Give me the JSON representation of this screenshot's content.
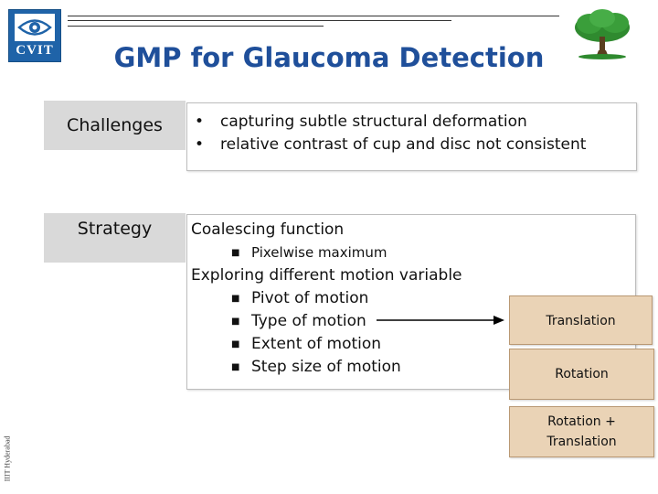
{
  "header": {
    "logo_text": "CVIT",
    "title": "GMP for Glaucoma Detection",
    "side_label": "IIIT Hyderabad",
    "logo_icon": "eye-icon",
    "tree_icon": "tree-icon"
  },
  "rows": [
    {
      "label": "Challenges",
      "bullets": [
        "capturing subtle structural deformation",
        "relative contrast of cup and disc not consistent"
      ]
    },
    {
      "label": "Strategy",
      "lines": {
        "coalescing": "Coalescing function",
        "pixelwise": "Pixelwise maximum",
        "exploring": "Exploring different motion variable",
        "pivot": "Pivot of motion",
        "type": "Type of motion",
        "extent": "Extent of motion",
        "step": "Step size of motion"
      }
    }
  ],
  "motion_types": {
    "translation": "Translation",
    "rotation": "Rotation",
    "rotation_translation_line1": "Rotation +",
    "rotation_translation_line2": "Translation"
  },
  "colors": {
    "title": "#1f4f9a",
    "label_box": "#d9d9d9",
    "option_box": "#ead3b6",
    "logo": "#1f63a8"
  }
}
